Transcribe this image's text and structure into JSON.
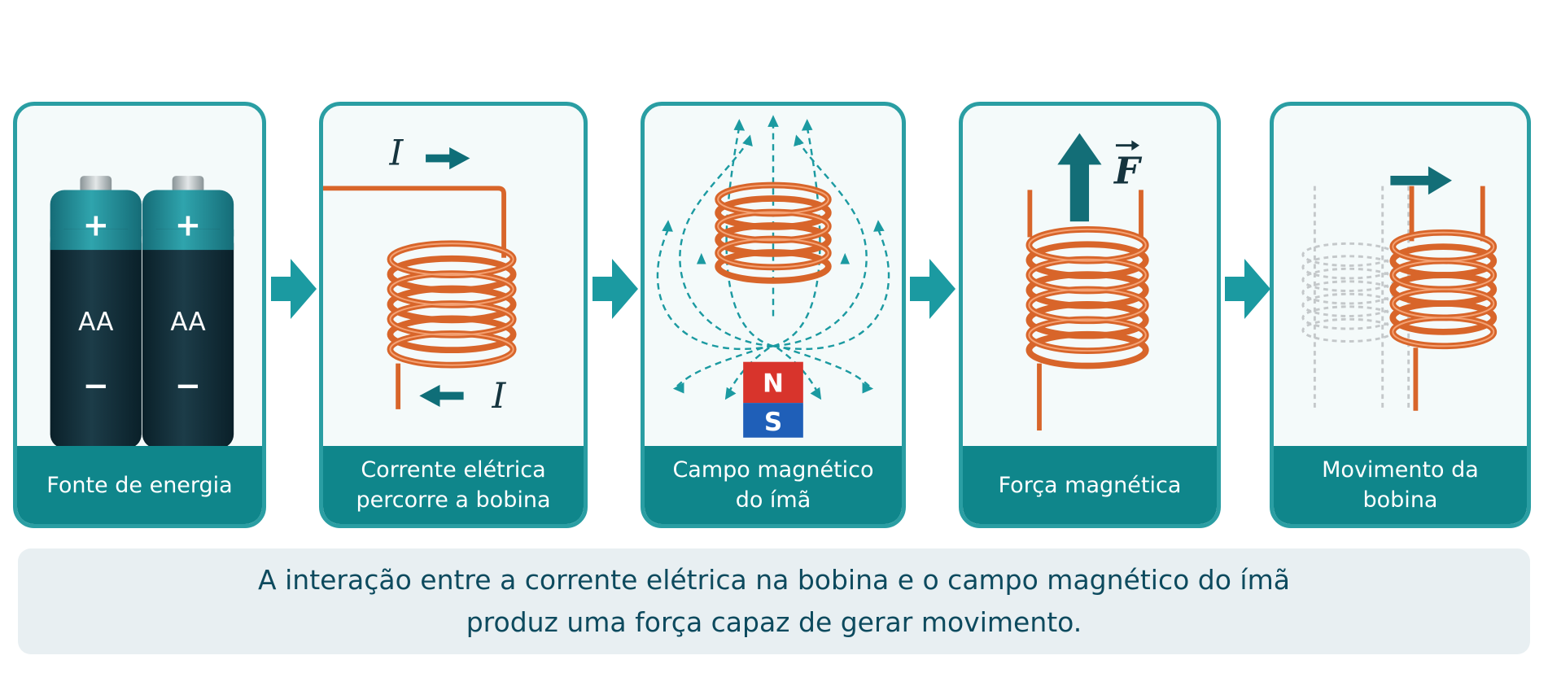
{
  "steps": [
    {
      "caption": [
        "Fonte de energia"
      ],
      "battery_label": "AA",
      "plus": "+",
      "minus": "−"
    },
    {
      "caption": [
        "Corrente elétrica",
        "percorre a bobina"
      ],
      "current_symbol": "I"
    },
    {
      "caption": [
        "Campo magnético",
        "do ímã"
      ],
      "north": "N",
      "south": "S"
    },
    {
      "caption": [
        "Força magnética"
      ],
      "force_symbol": "F"
    },
    {
      "caption": [
        "Movimento da bobina"
      ]
    }
  ],
  "summary": {
    "line1": "A interação entre a corrente elétrica na bobina e o campo magnético do ímã",
    "line2": "produz uma força capaz de gerar movimento."
  },
  "colors": {
    "teal_border": "#2a9ea3",
    "caption_bg": "#0f868b",
    "arrow": "#1b9aa1",
    "copper": "#d8652a",
    "battery_top": "#1f8c97",
    "battery_body": "#0f2d38",
    "magnet_north": "#d8342c",
    "magnet_south": "#1f5fb8",
    "summary_bg": "#e8eff2",
    "summary_text": "#0d4a5e"
  }
}
